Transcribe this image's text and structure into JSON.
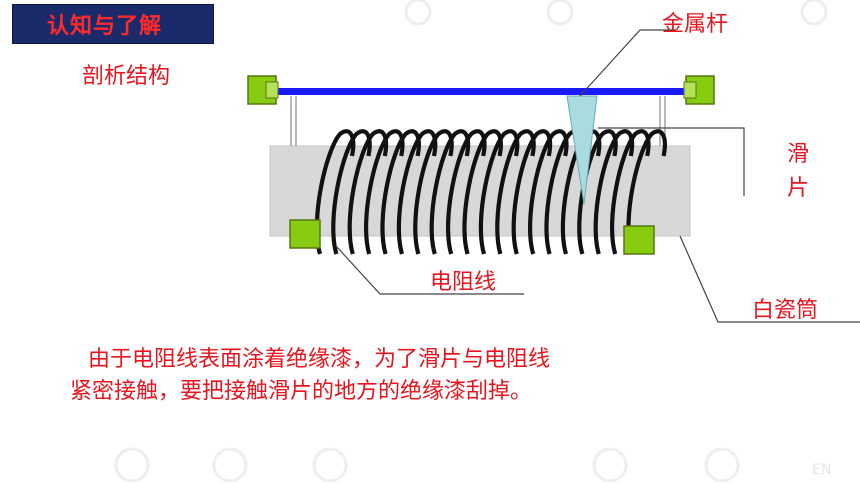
{
  "header": {
    "badge": "认知与了解",
    "subtitle": "剖析结构"
  },
  "labels": {
    "rod": "金属杆",
    "slider": "滑片",
    "wire": "电阻线",
    "tube": "白瓷筒"
  },
  "description": {
    "line1": "由于电阻线表面涂着绝缘漆，为了滑片与电阻线",
    "line2": "紧密接触，要把接触滑片的地方的绝缘漆刮掉。"
  },
  "watermark": {
    "text": "EN"
  },
  "colors": {
    "accent_red": "#e8141e",
    "badge_bg": "#1b2a6b",
    "rod_blue": "#1a1aff",
    "terminal_green": "#88cc11",
    "tube_gray": "#d8d8d8",
    "slider_cyan": "#a8dce0"
  }
}
